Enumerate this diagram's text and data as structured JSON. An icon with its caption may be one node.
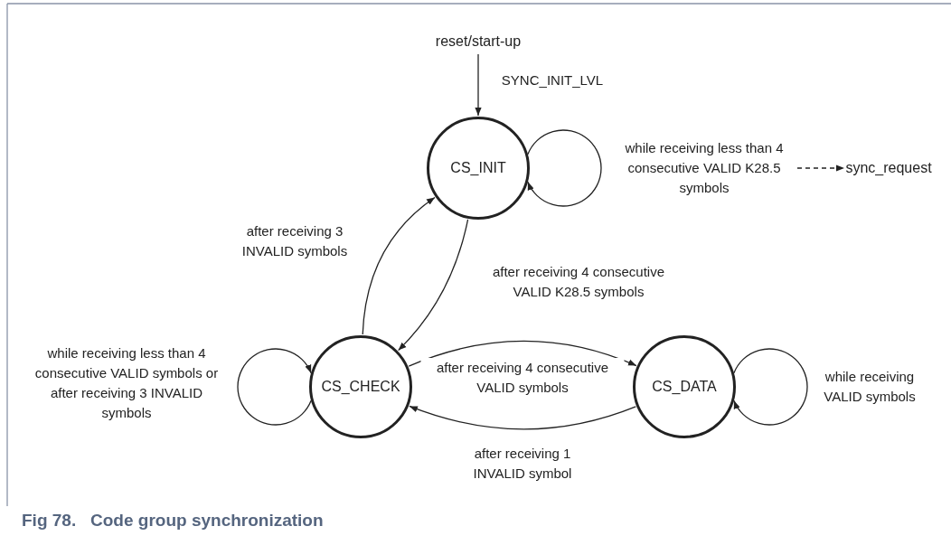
{
  "diagram": {
    "caption": "Fig 78.   Code group synchronization",
    "nodes": [
      {
        "text": [
          "reset/start-up"
        ]
      },
      {
        "text": [
          "CS_INIT"
        ]
      },
      {
        "text": [
          "CS_CHECK"
        ]
      },
      {
        "text": [
          "CS_DATA"
        ]
      },
      {
        "text": [
          "sync_request"
        ]
      }
    ],
    "edges": [
      {
        "from": 0,
        "to": 1,
        "arrow": "to",
        "label": "SYNC_INIT_LVL"
      },
      {
        "from": 1,
        "to": 1,
        "arrow": "to",
        "label": "while receiving less than 4 consecutive VALID K28.5 symbols"
      },
      {
        "from": null,
        "to": 4,
        "arrow": "to",
        "style": "dashed"
      },
      {
        "from": 2,
        "to": 1,
        "arrow": "to",
        "label": "after receiving 3 INVALID symbols"
      },
      {
        "from": 1,
        "to": 2,
        "arrow": "to",
        "label": "after receiving 4 consecutive VALID K28.5 symbols"
      },
      {
        "from": 2,
        "to": 2,
        "arrow": "to",
        "label": "while receiving less than 4 consecutive VALID symbols or after receiving 3 INVALID symbols"
      },
      {
        "from": 2,
        "to": 3,
        "arrow": "to",
        "label": "after receiving 4 consecutive VALID symbols"
      },
      {
        "from": 3,
        "to": 2,
        "arrow": "to",
        "label": "after receiving 1 INVALID symbol"
      },
      {
        "from": 3,
        "to": 3,
        "arrow": "to",
        "label": "while receiving VALID symbols"
      }
    ]
  }
}
